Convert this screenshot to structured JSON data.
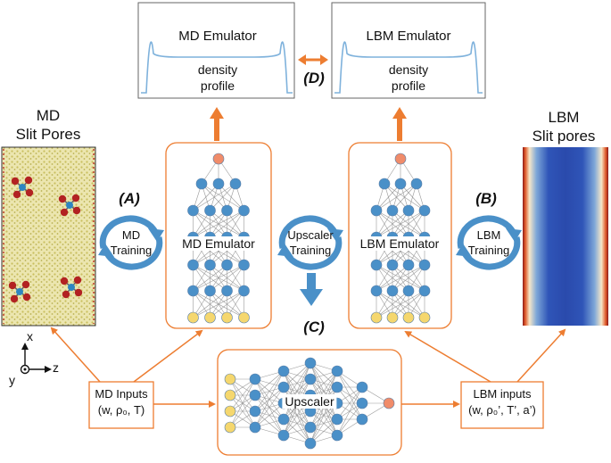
{
  "md_pores": {
    "title_line1": "MD",
    "title_line2": "Slit Pores"
  },
  "lbm_pores": {
    "title_line1": "LBM",
    "title_line2": "Slit pores"
  },
  "plots": {
    "md": {
      "title": "MD Emulator",
      "label_line1": "density",
      "label_line2": "profile"
    },
    "lbm": {
      "title": "LBM Emulator",
      "label_line1": "density",
      "label_line2": "profile"
    }
  },
  "markers": {
    "a": "(A)",
    "b": "(B)",
    "c": "(C)",
    "d": "(D)"
  },
  "cycles": {
    "md": {
      "line1": "MD",
      "line2": "Training"
    },
    "upscaler": {
      "line1": "Upscaler",
      "line2": "Training"
    },
    "lbm": {
      "line1": "LBM",
      "line2": "Training"
    }
  },
  "networks": {
    "md_emulator": "MD Emulator",
    "lbm_emulator": "LBM Emulator",
    "upscaler": "Upscaler"
  },
  "inputs": {
    "md": {
      "line1": "MD Inputs",
      "line2": "(w, ρ₀, T)"
    },
    "lbm": {
      "line1": "LBM inputs",
      "line2": "(w, ρ₀’, T’, a’)"
    }
  },
  "axes": {
    "x": "x",
    "y": "y",
    "z": "z"
  },
  "colors": {
    "accent_orange": "#ED7D31",
    "node_blue": "#4A90C8",
    "node_yellow": "#F5D76E",
    "node_orange": "#F08C6A",
    "arrow_blue": "#4A90C8",
    "plot_line": "#7FB2DC",
    "lbm_channel": "#2A4FB0",
    "md_fluid": "#D8CF6A"
  }
}
